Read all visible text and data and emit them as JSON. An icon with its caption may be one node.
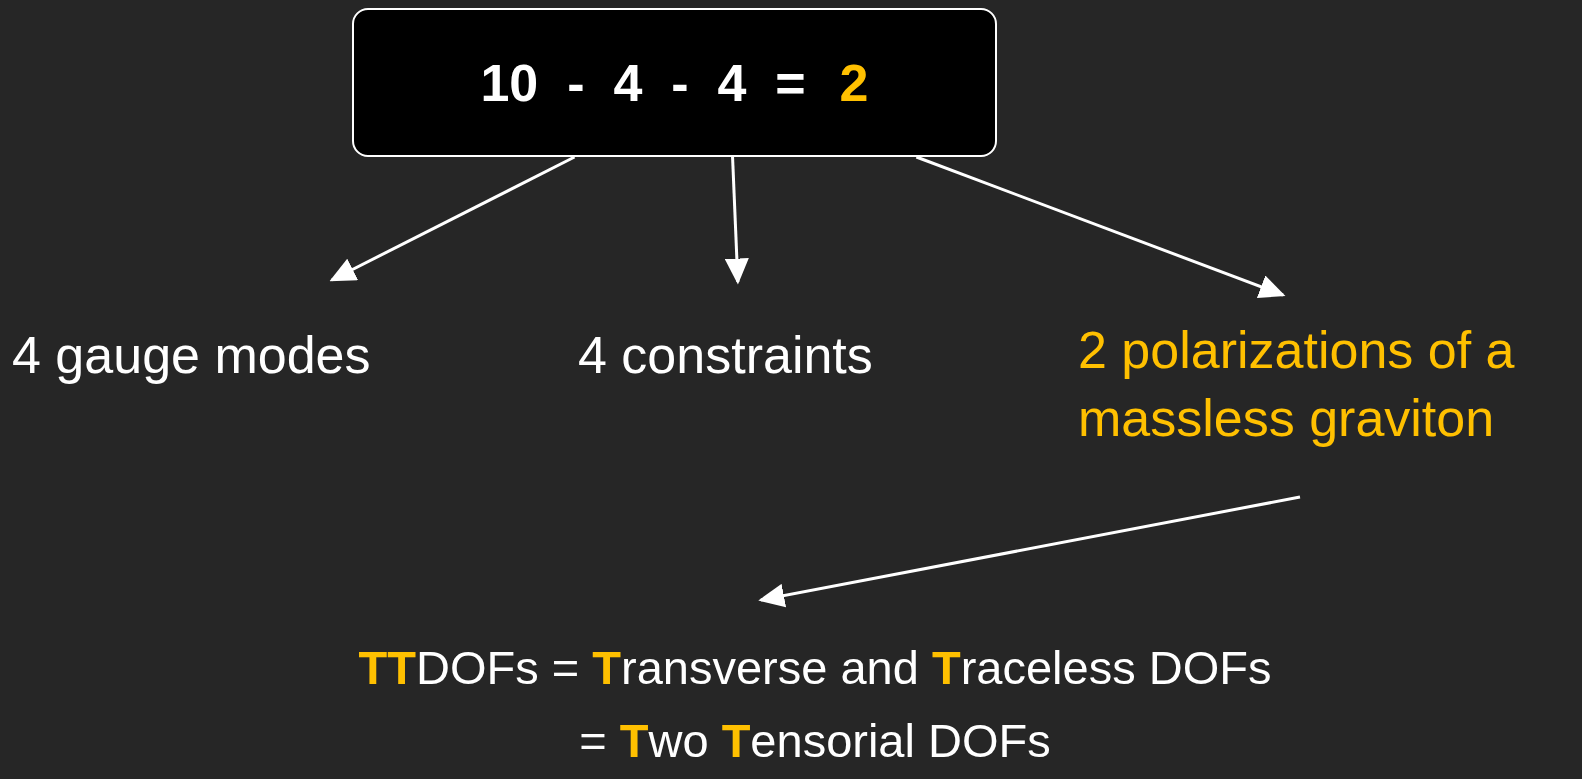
{
  "diagram": {
    "nodes": [
      {
        "text": [
          "10  -  4  -  4  =",
          "2"
        ]
      },
      {
        "text": [
          "4 gauge modes"
        ]
      },
      {
        "text": [
          "4 constraints"
        ]
      },
      {
        "text": [
          "2 polarizations of a massless graviton"
        ]
      },
      {
        "text": [
          "**TT**DOFs = **T**ransverse and **T**raceless DOFs",
          "= **T**wo **T**ensorial DOFs"
        ]
      }
    ],
    "edges": [
      {
        "from": 0,
        "to": 1,
        "arrow": "to"
      },
      {
        "from": 0,
        "to": 2,
        "arrow": "to"
      },
      {
        "from": 0,
        "to": 3,
        "arrow": "to"
      },
      {
        "from": 3,
        "to": 4,
        "arrow": "to"
      }
    ]
  }
}
